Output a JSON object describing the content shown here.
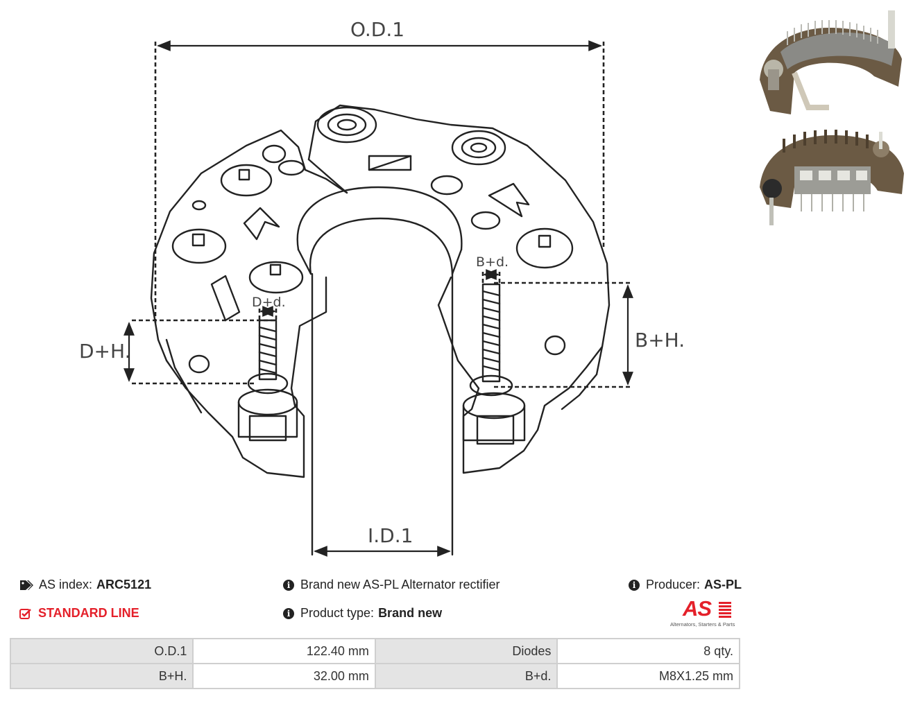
{
  "diagram": {
    "labels": {
      "od": "O.D.1",
      "id": "I.D.1",
      "dh": "D+H.",
      "bh": "B+H.",
      "dd": "D+d.",
      "bd": "B+d."
    }
  },
  "info": {
    "as_index_label": "AS index:",
    "as_index_value": "ARC5121",
    "standard_line": "STANDARD LINE",
    "description": "Brand new AS-PL Alternator rectifier",
    "product_type_label": "Product type:",
    "product_type_value": "Brand new",
    "producer_label": "Producer:",
    "producer_value": "AS-PL",
    "logo_text": "AS",
    "logo_tagline": "Alternators, Starters & Parts"
  },
  "specs": [
    {
      "k1": "O.D.1",
      "v1": "122.40 mm",
      "k2": "Diodes",
      "v2": "8 qty."
    },
    {
      "k1": "B+H.",
      "v1": "32.00 mm",
      "k2": "B+d.",
      "v2": "M8X1.25 mm"
    }
  ],
  "colors": {
    "brand_red": "#e4202a",
    "line": "#222222",
    "table_key_bg": "#e4e4e4"
  }
}
